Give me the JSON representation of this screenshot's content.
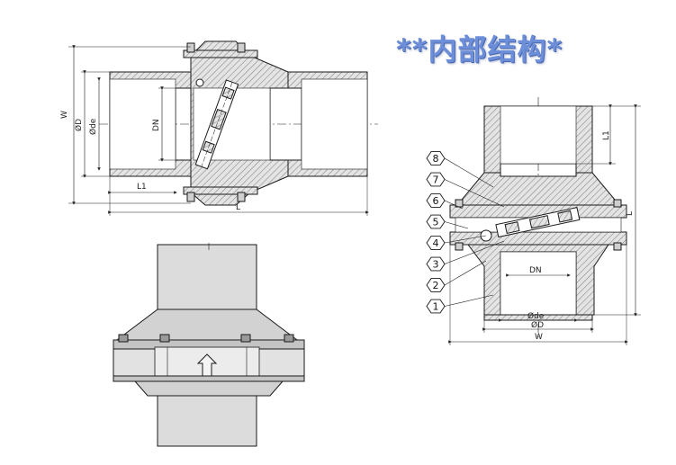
{
  "title": "**内部结构*",
  "colors": {
    "hatch": "#9a9a9a",
    "outline": "#1a1a1a",
    "body_fill": "#d9d9d9",
    "title": "#6d8fd9"
  },
  "left_view": {
    "dims": {
      "w": "W",
      "d": "ØD",
      "de": "Øde",
      "dn": "DN",
      "l1": "L1",
      "l": "L"
    }
  },
  "right_view": {
    "dims": {
      "l1": "L1",
      "l": "L",
      "dn": "DN",
      "de": "Øde",
      "d": "ØD",
      "w": "W"
    },
    "parts": [
      "8",
      "7",
      "6",
      "5",
      "4",
      "3",
      "2",
      "1"
    ]
  },
  "exterior_view": {}
}
